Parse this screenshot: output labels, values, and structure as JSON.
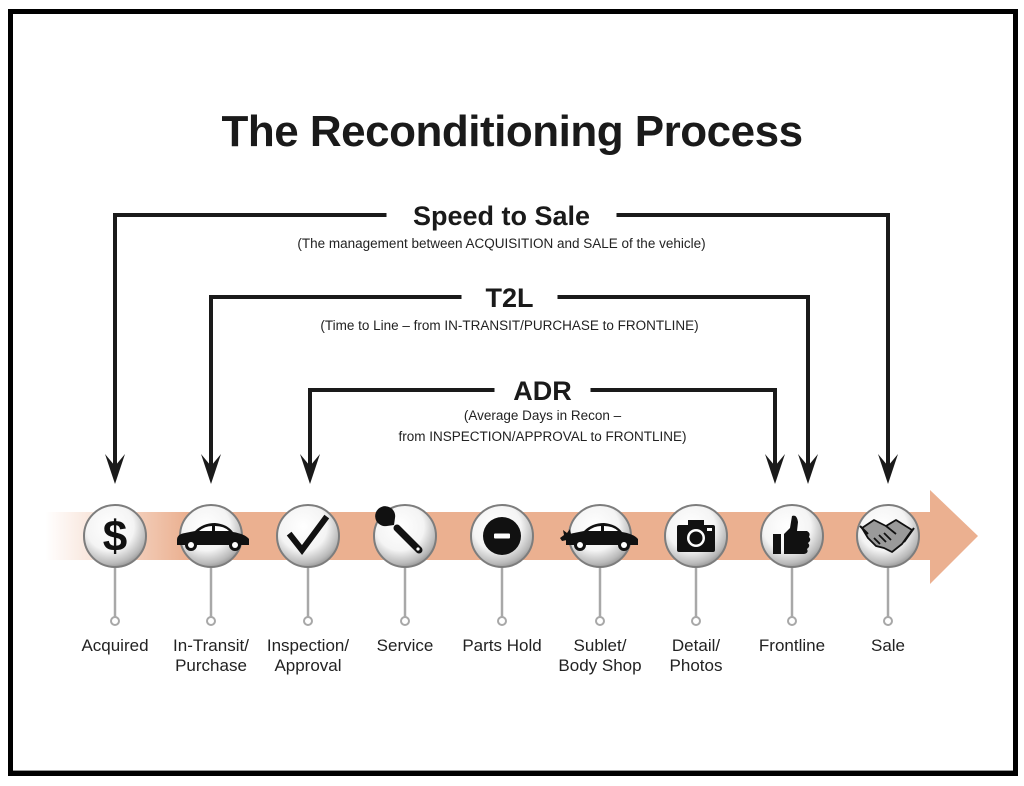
{
  "title": "The Reconditioning Process",
  "colors": {
    "band": "#ebb090",
    "bracket": "#1a1a1a",
    "stem": "#a8a8a8",
    "icon": "#111111"
  },
  "brackets": [
    {
      "id": "speed-to-sale",
      "name": "Speed to Sale",
      "description_lines": [
        "(The management between ACQUISITION and SALE of the vehicle)"
      ],
      "from_stage": "Acquired",
      "to_stage": "Sale"
    },
    {
      "id": "t2l",
      "name": "T2L",
      "description_lines": [
        "(Time to Line – from IN-TRANSIT/PURCHASE to FRONTLINE)"
      ],
      "from_stage": "In-Transit/ Purchase",
      "to_stage": "Frontline"
    },
    {
      "id": "adr",
      "name": "ADR",
      "description_lines": [
        "(Average Days in Recon –",
        "from INSPECTION/APPROVAL to FRONTLINE)"
      ],
      "from_stage": "Inspection/ Approval",
      "to_stage": "Frontline"
    }
  ],
  "stages": [
    {
      "icon": "dollar-icon",
      "label_lines": [
        "Acquired"
      ]
    },
    {
      "icon": "car-icon",
      "label_lines": [
        "In-Transit/",
        "Purchase"
      ]
    },
    {
      "icon": "checkmark-icon",
      "label_lines": [
        "Inspection/",
        "Approval"
      ]
    },
    {
      "icon": "wrench-icon",
      "label_lines": [
        "Service"
      ]
    },
    {
      "icon": "minus-circle-icon",
      "label_lines": [
        "Parts Hold"
      ]
    },
    {
      "icon": "crashed-car-icon",
      "label_lines": [
        "Sublet/",
        "Body Shop"
      ]
    },
    {
      "icon": "camera-icon",
      "label_lines": [
        "Detail/",
        "Photos"
      ]
    },
    {
      "icon": "thumbs-up-icon",
      "label_lines": [
        "Frontline"
      ]
    },
    {
      "icon": "handshake-icon",
      "label_lines": [
        "Sale"
      ]
    }
  ]
}
